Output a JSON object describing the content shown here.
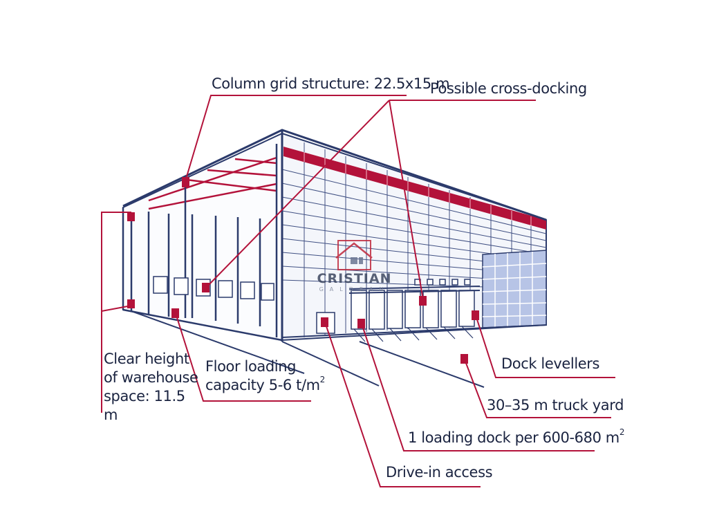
{
  "labels": {
    "column_grid": "Column grid structure: 22.5x15 m",
    "cross_docking": "Possible cross-docking",
    "clear_height": [
      "Clear height",
      "of warehouse",
      "space: 11.5 m"
    ],
    "floor_loading_line1": "Floor loading",
    "floor_loading_line2": "capacity 5-6 t/m",
    "floor_loading_unit_power": "2",
    "dock_levellers": "Dock levellers",
    "truck_yard": "30–35 m truck yard",
    "loading_dock": "1 loading dock per 600-680 m",
    "loading_dock_unit_power": "2",
    "drive_in": "Drive-in access"
  },
  "watermark": {
    "brand": "CRISTIAN",
    "sub": "GALDEAN"
  },
  "colors": {
    "accent": "#b3123a",
    "line_dark": "#1e2a4f",
    "structure": "#2b3a6b",
    "glass": "#b7c4e6"
  }
}
